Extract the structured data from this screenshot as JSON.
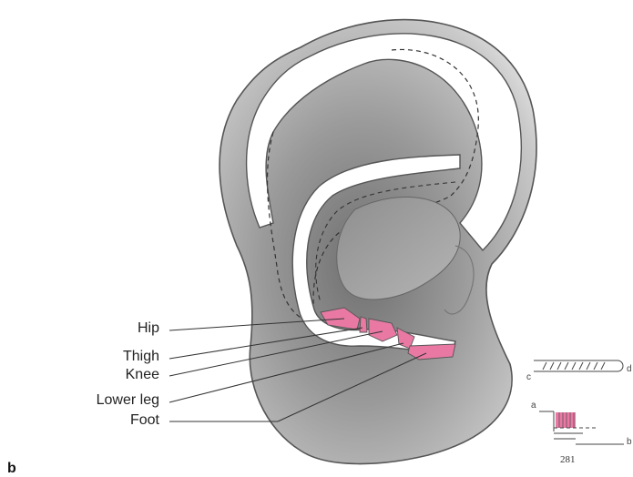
{
  "panel_label": "b",
  "labels": {
    "hip": "Hip",
    "thigh": "Thigh",
    "knee": "Knee",
    "lower_leg": "Lower leg",
    "foot": "Foot"
  },
  "legend": {
    "c": "c",
    "d": "d",
    "a": "a",
    "b": "b"
  },
  "page_number": "281",
  "colors": {
    "highlight": "#e979a3",
    "outline": "#555555",
    "ear_shade": "#9a9a9a"
  }
}
